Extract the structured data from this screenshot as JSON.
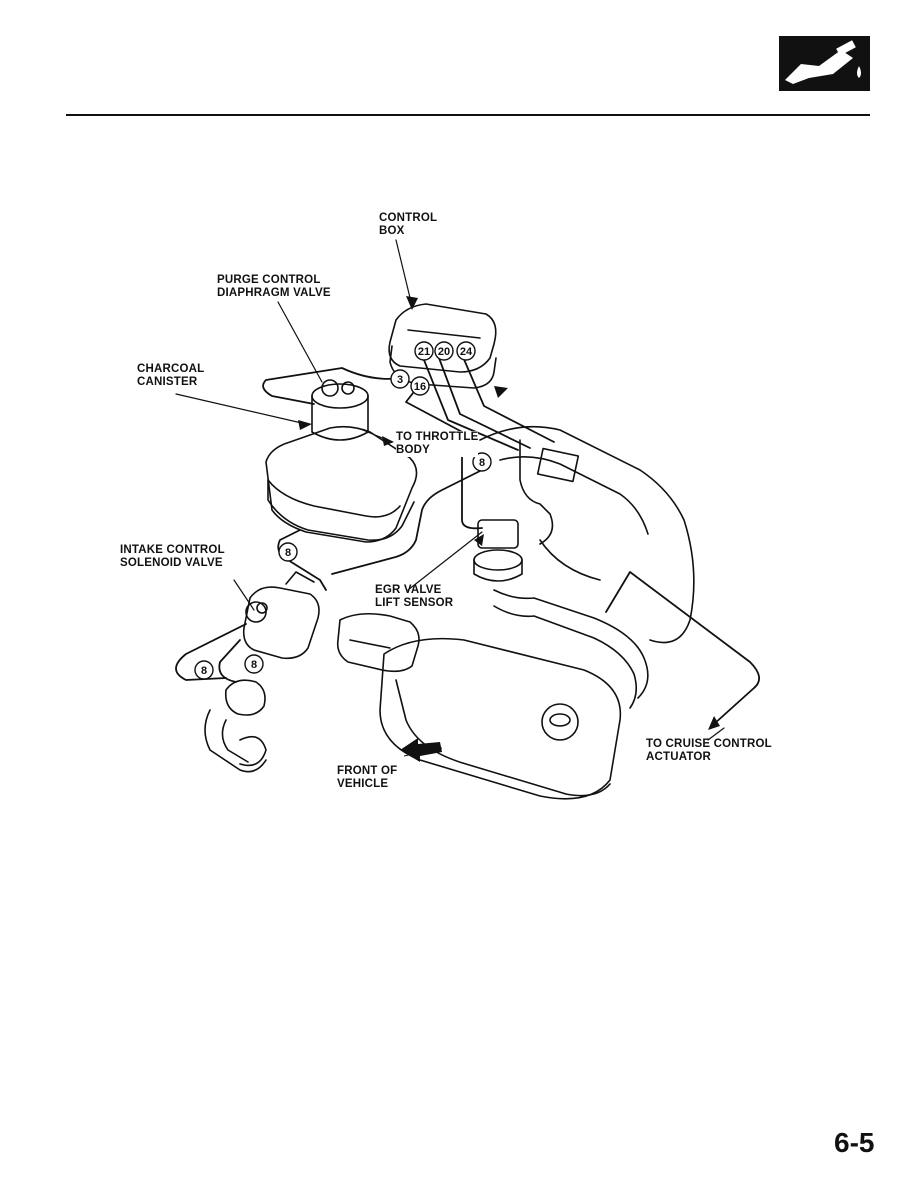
{
  "header": {
    "section_icon": "fuel-nozzle-icon"
  },
  "labels": {
    "control_box": "CONTROL\nBOX",
    "purge_valve": "PURGE CONTROL\nDIAPHRAGM VALVE",
    "charcoal_canister": "CHARCOAL\nCANISTER",
    "throttle_body": "TO THROTTLE\nBODY",
    "intake_solenoid": "INTAKE CONTROL\nSOLENOID VALVE",
    "egr_sensor": "EGR VALVE\nLIFT SENSOR",
    "cruise_actuator": "TO CRUISE CONTROL\nACTUATOR",
    "front_of_vehicle": "FRONT OF\nVEHICLE"
  },
  "hose_numbers": {
    "h21": "21",
    "h20": "20",
    "h24": "24",
    "h3": "3",
    "h16": "16",
    "h8_egr": "8",
    "h8_solenoid_top": "8",
    "h8_left": "8",
    "h8_bottom": "8"
  },
  "footer": {
    "page_number": "6-5"
  }
}
